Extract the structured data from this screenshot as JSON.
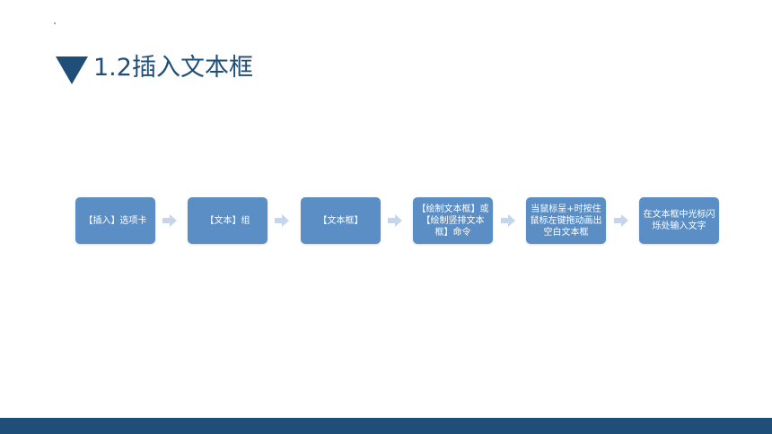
{
  "title": "1.2插入文本框",
  "flow": {
    "steps": [
      "【插入】选项卡",
      "【文本】组",
      "【文本框】",
      "【绘制文本框】或【绘制竖排文本框】命令",
      "当鼠标呈+时按住鼠标左键拖动画出空白文本框",
      "在文本框中光标闪烁处输入文字"
    ]
  },
  "colors": {
    "accent": "#1f4e79",
    "box": "#5b8ec4",
    "arrow": "#c5d5ea"
  }
}
